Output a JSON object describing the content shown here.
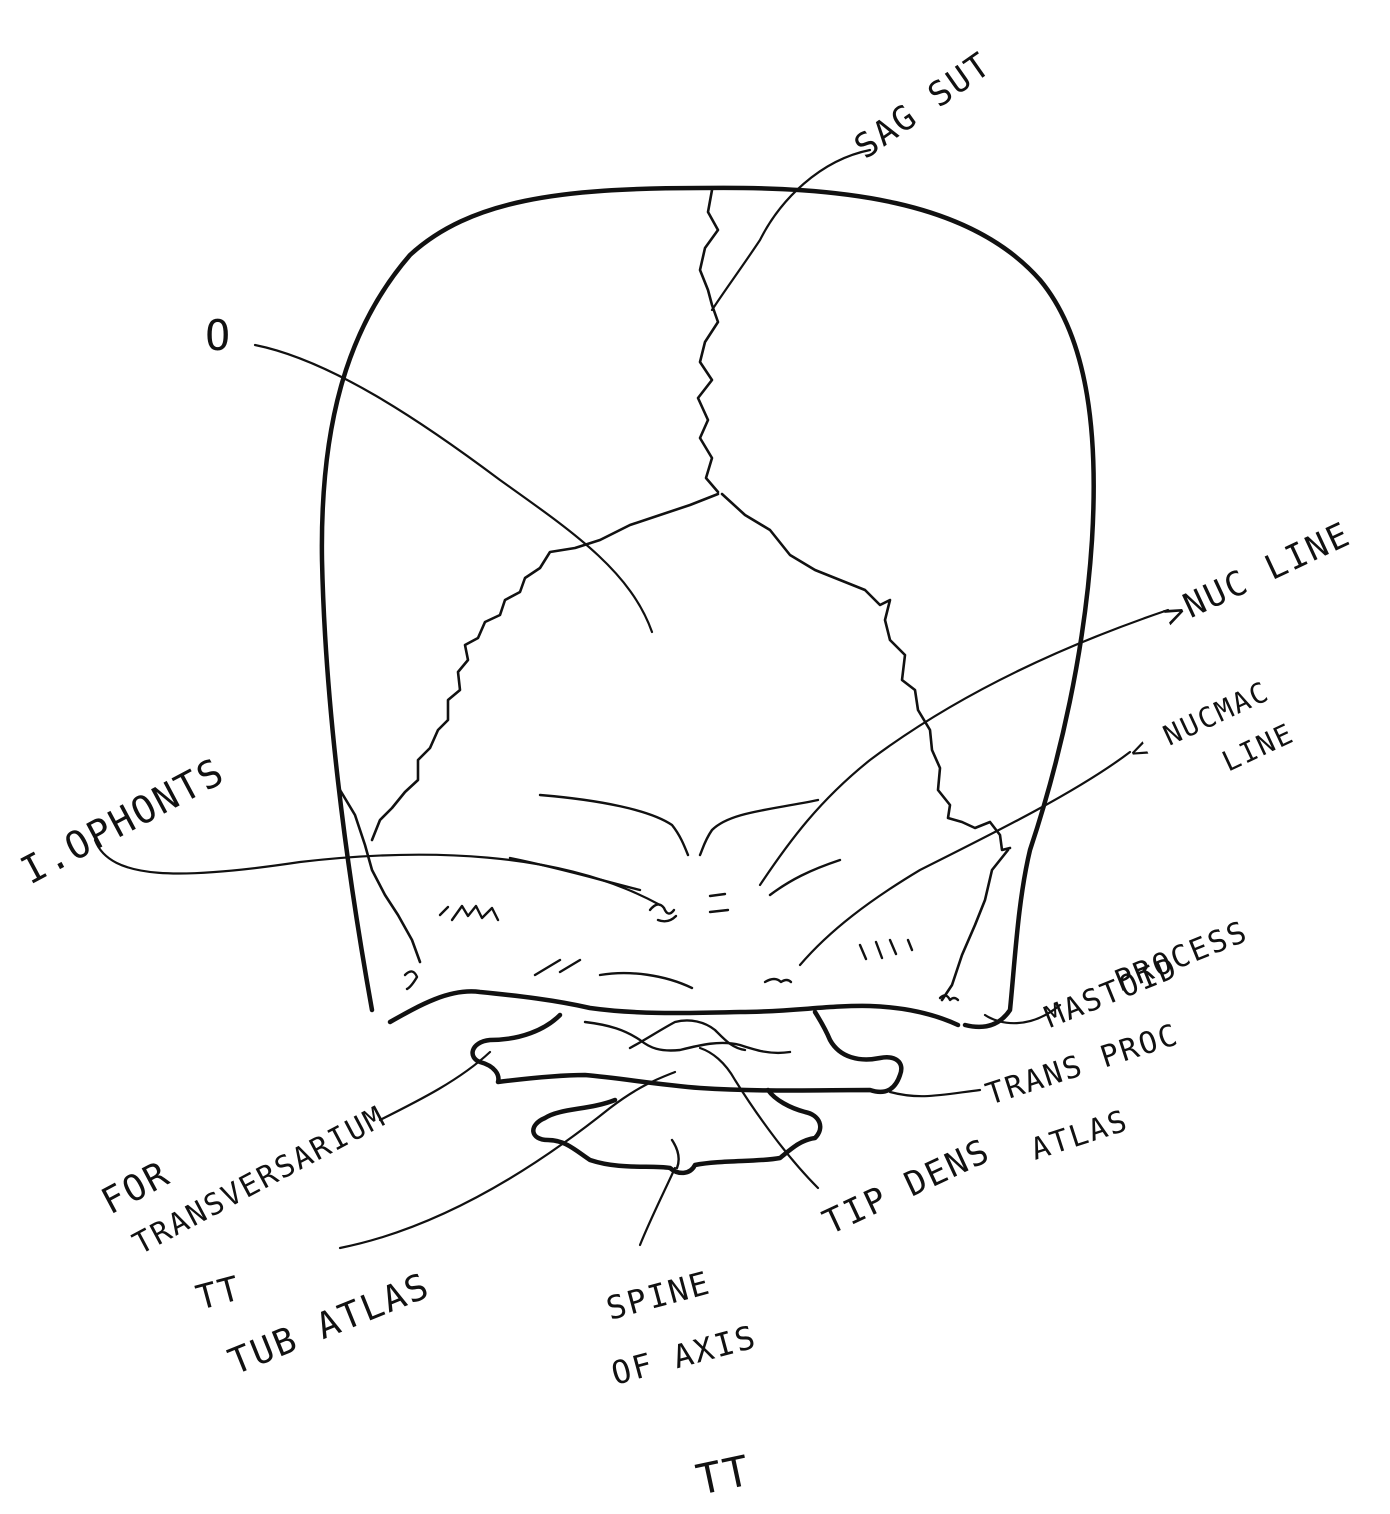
{
  "labels": {
    "sag_sut": "SAG SUT",
    "o": "O",
    "i_ophonts": "I.OPHONTS",
    "sup_nuc_line": ">NUC LINE",
    "inf_nuc_line_1": "< NUCMAC",
    "inf_nuc_line_2": "LINE",
    "mastoid_1": "MASTOID",
    "mastoid_2": "PROCESS",
    "trans_proc_1": "TRANS PROC",
    "trans_proc_2": "ATLAS",
    "for_trans_1": "FOR",
    "for_trans_2": "TRANSVERSARIUM",
    "tip_dens": "TIP DENS",
    "tub_atlas_symbol": "TT",
    "tub_atlas": "TUB ATLAS",
    "spine_axis_1": "SPINE",
    "spine_axis_2": "OF AXIS",
    "page_mark": "TT"
  }
}
